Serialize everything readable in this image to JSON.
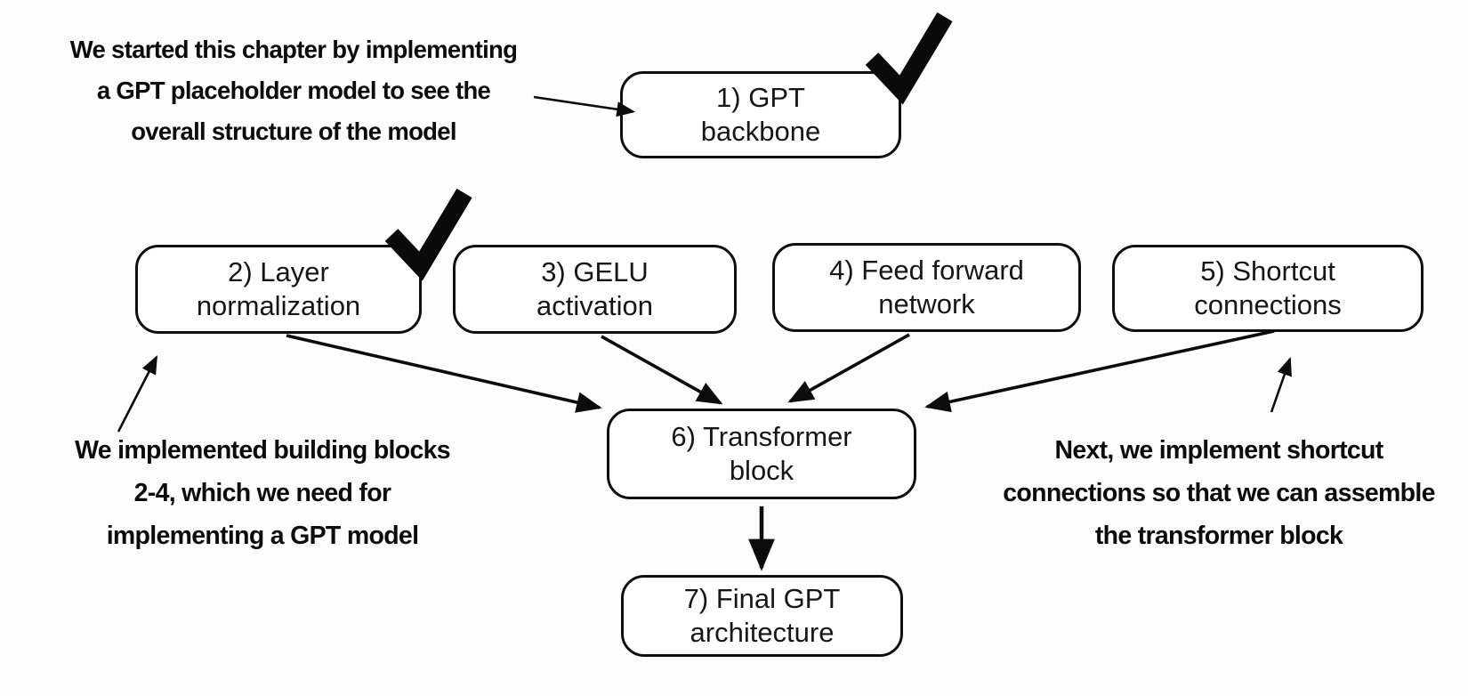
{
  "diagram": {
    "background_color": "#fdfdfd",
    "ink_color": "#0c0c0c",
    "nodes": [
      {
        "id": "gpt-backbone",
        "lines": [
          "1) GPT",
          "backbone"
        ],
        "checked": true
      },
      {
        "id": "layer-normalization",
        "lines": [
          "2) Layer",
          "normalization"
        ],
        "checked": true
      },
      {
        "id": "gelu-activation",
        "lines": [
          "3) GELU",
          "activation"
        ],
        "checked": false
      },
      {
        "id": "feed-forward-network",
        "lines": [
          "4) Feed forward",
          "network"
        ],
        "checked": false
      },
      {
        "id": "shortcut-connections",
        "lines": [
          "5) Shortcut",
          "connections"
        ],
        "checked": false
      },
      {
        "id": "transformer-block",
        "lines": [
          "6) Transformer",
          "block"
        ],
        "checked": false
      },
      {
        "id": "final-gpt-architecture",
        "lines": [
          "7) Final GPT",
          "architecture"
        ],
        "checked": false
      }
    ],
    "annotations": [
      {
        "id": "intro",
        "lines": [
          "We started this chapter by implementing",
          "a GPT placeholder model to see the",
          "overall structure of the model"
        ]
      },
      {
        "id": "building-blocks",
        "lines": [
          "We implemented building blocks",
          "2-4, which we need for",
          "implementing a GPT model"
        ]
      },
      {
        "id": "next-step",
        "lines": [
          "Next, we implement shortcut",
          "connections so that we can assemble",
          "the transformer block"
        ]
      }
    ],
    "edges": [
      {
        "from": "intro-annotation",
        "to": "gpt-backbone"
      },
      {
        "from": "layer-normalization",
        "to": "transformer-block"
      },
      {
        "from": "gelu-activation",
        "to": "transformer-block"
      },
      {
        "from": "feed-forward-network",
        "to": "transformer-block"
      },
      {
        "from": "shortcut-connections",
        "to": "transformer-block"
      },
      {
        "from": "transformer-block",
        "to": "final-gpt-architecture"
      },
      {
        "from": "building-blocks-annotation",
        "to": "layer-normalization"
      },
      {
        "from": "next-step-annotation",
        "to": "shortcut-connections"
      }
    ],
    "icons": {
      "checkmark": "checkmark-icon"
    }
  }
}
